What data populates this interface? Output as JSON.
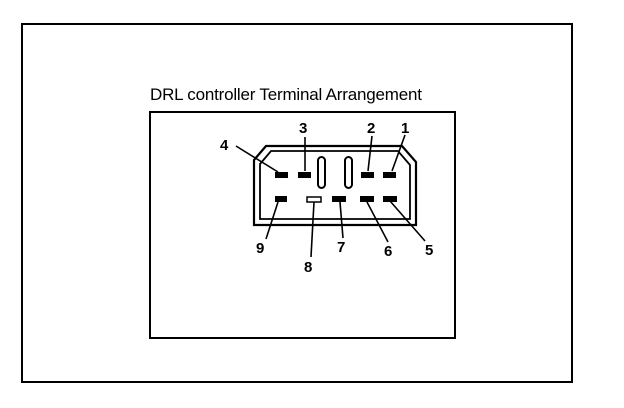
{
  "diagram": {
    "title": "DRL controller Terminal Arrangement",
    "pin_labels": [
      "1",
      "2",
      "3",
      "4",
      "5",
      "6",
      "7",
      "8",
      "9"
    ]
  }
}
